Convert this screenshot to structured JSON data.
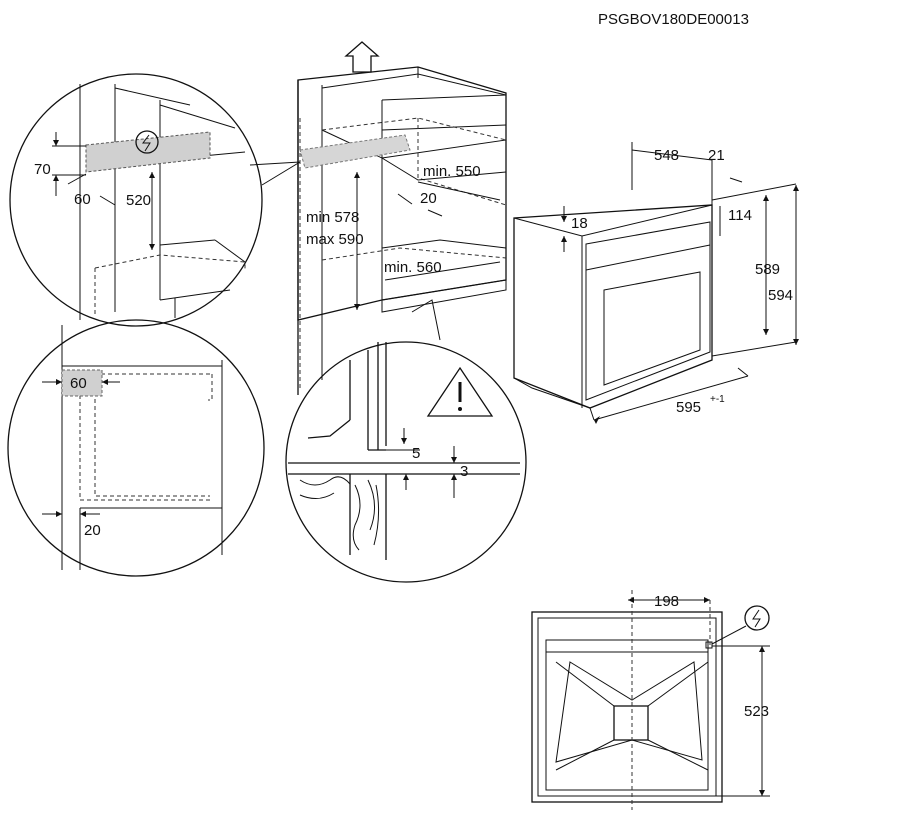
{
  "doc_code": "PSGBOV180DE00013",
  "detail_top_left": {
    "dim_70": "70",
    "dim_60": "60",
    "dim_520": "520",
    "symbol": "electrical-connection"
  },
  "detail_mid_left": {
    "dim_60": "60",
    "dim_20": "20"
  },
  "cabinet": {
    "min_550": "min. 550",
    "dim_20": "20",
    "min_578": "min 578",
    "max_590": "max 590",
    "min_560": "min. 560"
  },
  "detail_bottom": {
    "dim_5": "5",
    "dim_3": "3",
    "symbol": "warning-triangle"
  },
  "oven": {
    "dim_548": "548",
    "dim_21": "21",
    "dim_18": "18",
    "dim_114": "114",
    "dim_589": "589",
    "dim_594": "594",
    "dim_595": "595",
    "tolerance": "+-1"
  },
  "front_view": {
    "dim_198": "198",
    "dim_523": "523",
    "symbol": "electrical-connection"
  }
}
